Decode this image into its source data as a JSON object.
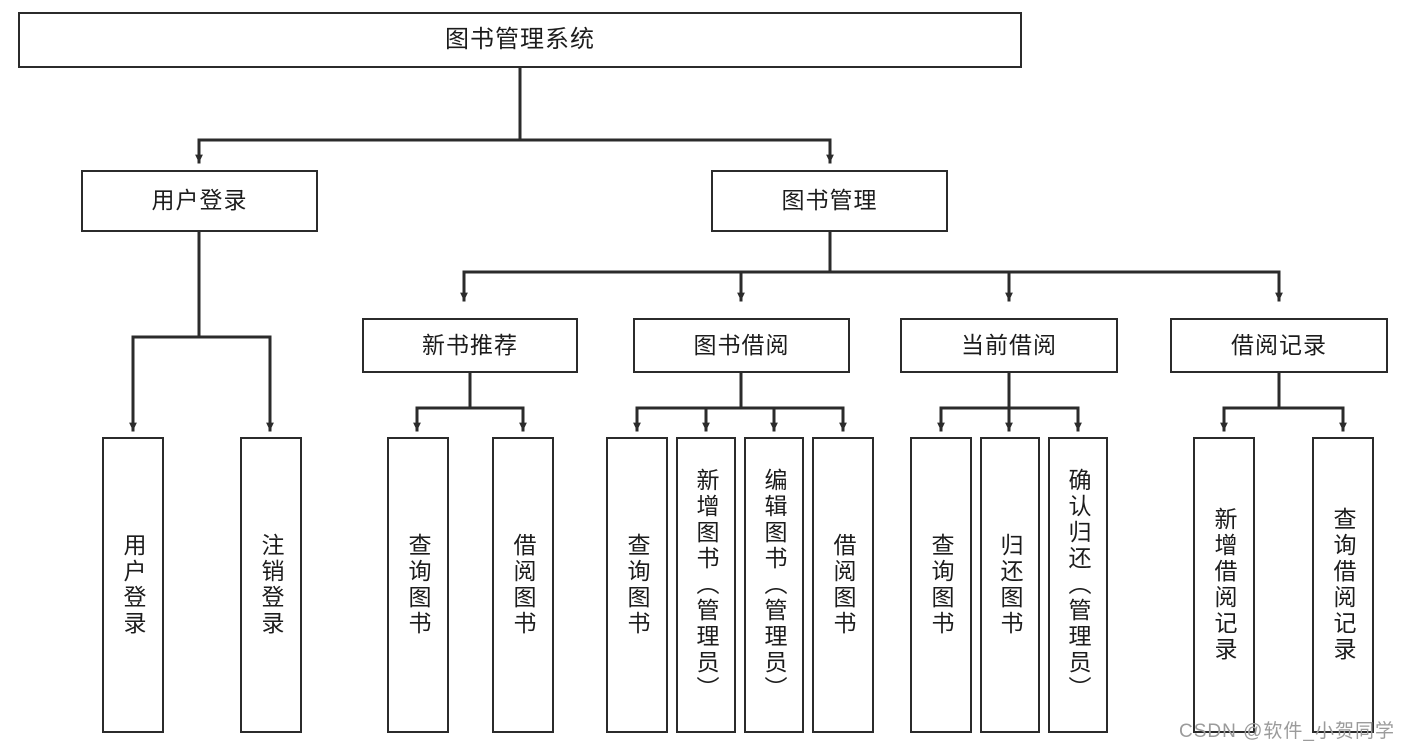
{
  "diagram": {
    "type": "tree",
    "title": "图书管理系统",
    "watermark": "CSDN @软件_小贺同学",
    "theme": {
      "box_border": "#2b2b2b",
      "box_fill": "#ffffff",
      "line": "#2b2b2b",
      "text": "#1c1c1c",
      "watermark_color": "#9b9b9b",
      "background": "#ffffff"
    },
    "root": {
      "label": "图书管理系统"
    },
    "level2": [
      {
        "label": "用户登录"
      },
      {
        "label": "图书管理"
      }
    ],
    "level3": [
      {
        "label": "新书推荐"
      },
      {
        "label": "图书借阅"
      },
      {
        "label": "当前借阅"
      },
      {
        "label": "借阅记录"
      }
    ],
    "leaves": {
      "user_login": [
        {
          "label": "用户登录"
        },
        {
          "label": "注销登录"
        }
      ],
      "new_book_rec": [
        {
          "label": "查询图书"
        },
        {
          "label": "借阅图书"
        }
      ],
      "book_borrow": [
        {
          "label": "查询图书"
        },
        {
          "label": "新增图书（管理员）"
        },
        {
          "label": "编辑图书（管理员）"
        },
        {
          "label": "借阅图书"
        }
      ],
      "current_borrow": [
        {
          "label": "查询图书"
        },
        {
          "label": "归还图书"
        },
        {
          "label": "确认归还（管理员）"
        }
      ],
      "borrow_record": [
        {
          "label": "新增借阅记录"
        },
        {
          "label": "查询借阅记录"
        }
      ]
    }
  }
}
